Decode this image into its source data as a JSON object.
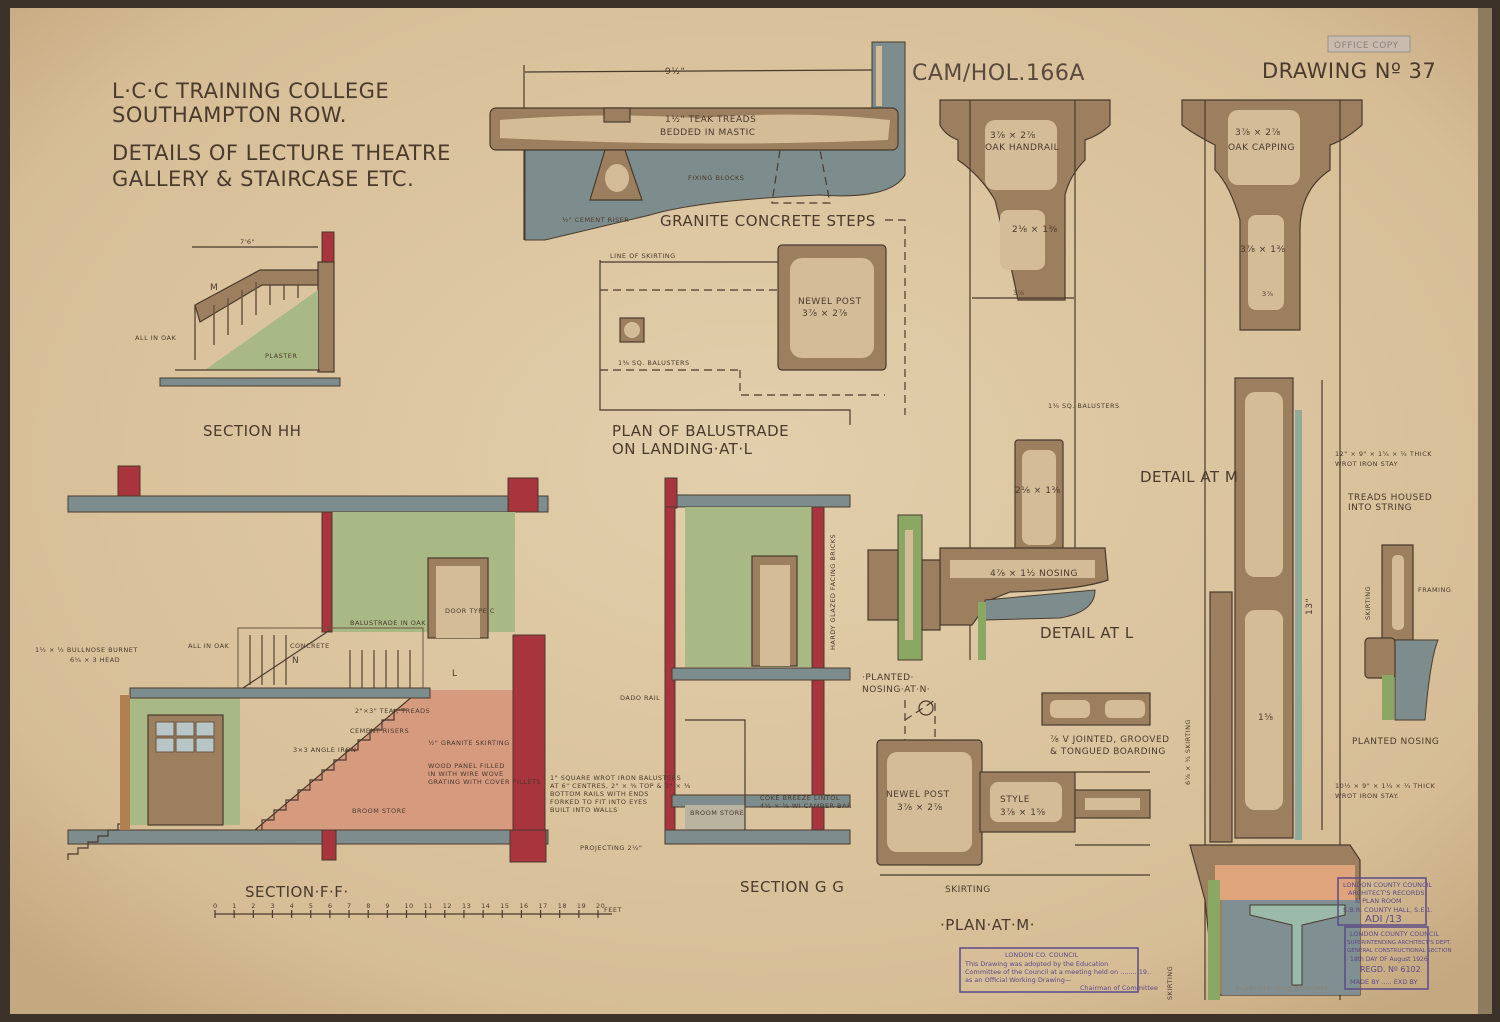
{
  "title": {
    "line1": "L·C·C TRAINING COLLEGE",
    "line2": "SOUTHAMPTON ROW.",
    "line3": "DETAILS OF LECTURE THEATRE",
    "line4": "GALLERY & STAIRCASE ETC."
  },
  "drawing_number": "DRAWING Nº 37",
  "catalogue_ref": "CAM/HOL.166A",
  "corner_stamp": "OFFICE COPY",
  "step_detail": {
    "dimension": "9½\"",
    "treads": "1½\" TEAK TREADS",
    "bedded": "BEDDED IN MASTIC",
    "fixing": "FIXING BLOCKS",
    "riser": "½\" CEMENT RISER",
    "title": "GRANITE CONCRETE STEPS"
  },
  "section_hh": {
    "title": "SECTION HH",
    "dimension": "7'6\"",
    "mark": "M",
    "all_in_oak": "ALL IN OAK",
    "plaster": "PLASTER"
  },
  "balustrade_plan": {
    "line_of_skirting": "LINE OF SKIRTING",
    "newel": "NEWEL POST",
    "newel_size": "3⅞ × 2⅞",
    "balusters": "1⅜ SQ. BALUSTERS",
    "title1": "PLAN OF BALUSTRADE",
    "title2": "ON LANDING·AT·L"
  },
  "detail_l": {
    "handrail_size": "3⅞ × 2⅞",
    "handrail": "OAK HANDRAIL",
    "baluster_size": "2⅛ × 1⅜",
    "width": "3⅞",
    "balusters_note": "1⅜ SQ. BALUSTERS",
    "baluster_size2": "2⅛ × 1⅜",
    "nosing": "4⅞ × 1½ NOSING",
    "title": "DETAIL AT L"
  },
  "detail_m": {
    "capping_size": "3⅞ × 2⅞",
    "capping": "OAK CAPPING",
    "baluster_size": "3⅞ × 1⅜",
    "width": "3⅞",
    "title": "DETAIL AT M",
    "stay1_a": "12\" × 9\" × 1¼ × ¼ THICK",
    "stay1_b": "WROT IRON STAY",
    "treads_a": "TREADS HOUSED",
    "treads_b": "INTO STRING",
    "height": "13\"",
    "string": "1⅝",
    "skirting": "6⅞ × ¾ SKIRTING",
    "stay2_a": "10½ × 9\" × 1¼ × ¼ THICK",
    "stay2_b": "WROT IRON STAY.",
    "skirting2": "SKIRTING"
  },
  "planted_nosing_right": {
    "skirting": "SKIRTING",
    "framing": "FRAMING",
    "title": "PLANTED NOSING"
  },
  "planted_nosing_n": {
    "title1": "·PLANTED·",
    "title2": "NOSING·AT·N·"
  },
  "plan_m": {
    "boarding_a": "⅞ V JOINTED, GROOVED",
    "boarding_b": "& TONGUED BOARDING",
    "newel": "NEWEL POST",
    "newel_size": "3⅞ × 2⅞",
    "style": "STYLE",
    "style_size": "3⅞ × 1⅝",
    "skirting": "SKIRTING",
    "title": "·PLAN·AT·M·"
  },
  "section_ff": {
    "title": "SECTION·F·F·",
    "all_in_oak": "ALL IN OAK",
    "balustrade": "BALUSTRADE IN OAK",
    "door": "DOOR TYPE C",
    "concrete": "CONCRETE",
    "n_mark": "N",
    "l_mark": "L",
    "teak": "2\"×3\" TEAK TREADS",
    "cement_risers": "CEMENT RISERS",
    "angle_iron": "3×3 ANGLE IRON",
    "brace": "½\" GRANITE SKIRTING",
    "panel_note1": "WOOD PANEL FILLED",
    "panel_note2": "IN WITH WIRE WOVE",
    "panel_note3": "GRATING WITH COVER FILLETS",
    "broom": "BROOM STORE",
    "bullnose1": "1½ × ½ BULLNOSE BURNET",
    "bullnose2": "6¼ × 3 HEAD"
  },
  "section_gg": {
    "title": "SECTION G G",
    "dado": "DADO RAIL",
    "lintol": "COKE BREEZE LINTOL",
    "camber": "4½ × ½ WI CAMBER BAR",
    "broom": "BROOM STORE",
    "glazed": "HARDY GLAZED FACING BRICKS",
    "balusters1": "1\" SQUARE WROT IRON BALUSTERS",
    "balusters2": "AT 6\" CENTRES, 2\" × ⅜ TOP & 3\" × ⅜",
    "balusters3": "BOTTOM RAILS WITH ENDS",
    "balusters4": "FORKED TO FIT INTO EYES",
    "balusters5": "BUILT INTO WALLS",
    "projecting": "PROJECTING 2¼\""
  },
  "scale_bar": {
    "ticks": [
      "0",
      "1",
      "2",
      "3",
      "4",
      "5",
      "6",
      "7",
      "8",
      "9",
      "10",
      "11",
      "12",
      "13",
      "14",
      "15",
      "16",
      "17",
      "18",
      "19",
      "20"
    ],
    "end": "FEET"
  },
  "stamps": {
    "committee": {
      "line1": "LONDON CO. COUNCIL",
      "line2": "This Drawing was adopted by the Education",
      "line3": "Committee of the Council at a meeting held on ........ 19..",
      "line4": "as an Official Working Drawing—",
      "line5": "Chairman of Committee"
    },
    "records": {
      "line1": "LONDON COUNTY COUNCIL",
      "line2": "ARCHITECT'S RECORDS",
      "line3": "& PLAN ROOM",
      "line4": "S.B.R. COUNTY HALL, S.E.1.",
      "line5": "ADI /13"
    },
    "superintending": {
      "line1": "LONDON COUNTY COUNCIL",
      "line2": "SUPERINTENDING ARCHITECT'S DEPT.",
      "line3": "GENERAL CONSTRUCTIONAL SECTION",
      "line4": "18th DAY OF August 1926",
      "line5": "REGD. Nº 6102",
      "line6": "MADE BY ..... EXD BY"
    },
    "signature_caption": "Superintending Architect"
  },
  "colors": {
    "paper": "#dcc6a2",
    "border": "#3b3128",
    "ink": "#4a3a2c",
    "oak": "#9c7f5e",
    "concrete": "#7d8c8c",
    "brick": "#a8343d",
    "plaster_green": "#a9b985",
    "pink_wash": "#d69a7f",
    "stamp_purple": "#5d4a88"
  }
}
